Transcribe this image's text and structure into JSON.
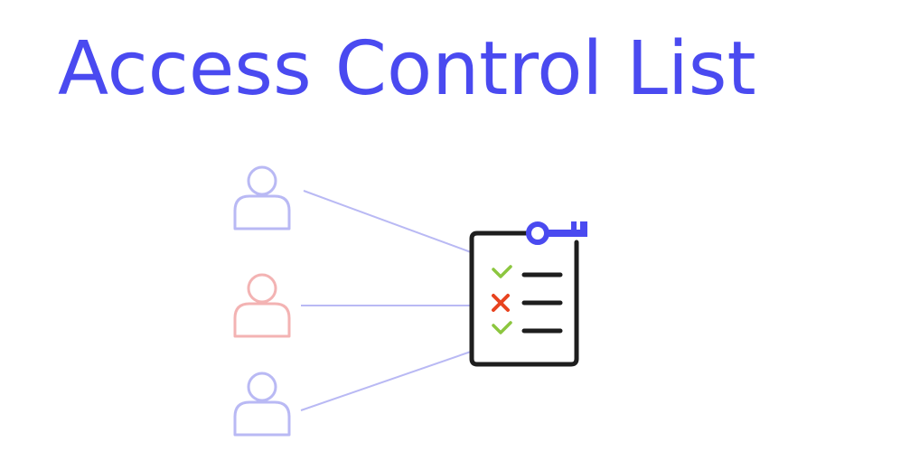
{
  "title": "Access Control List",
  "colors": {
    "accent": "#4a4af0",
    "user_allowed": "#b9b9f4",
    "user_denied": "#f3b3b3",
    "connector": "#b9b9f4",
    "clipboard": "#1e1e1e",
    "check": "#8cc63f",
    "cross": "#e8431f"
  },
  "diagram": {
    "users": [
      {
        "status": "allowed",
        "icon": "user-icon"
      },
      {
        "status": "denied",
        "icon": "user-icon"
      },
      {
        "status": "allowed",
        "icon": "user-icon"
      }
    ],
    "list_icon": "clipboard-icon",
    "key_icon": "key-icon",
    "entries": [
      {
        "mark": "check"
      },
      {
        "mark": "cross"
      },
      {
        "mark": "check"
      }
    ]
  }
}
